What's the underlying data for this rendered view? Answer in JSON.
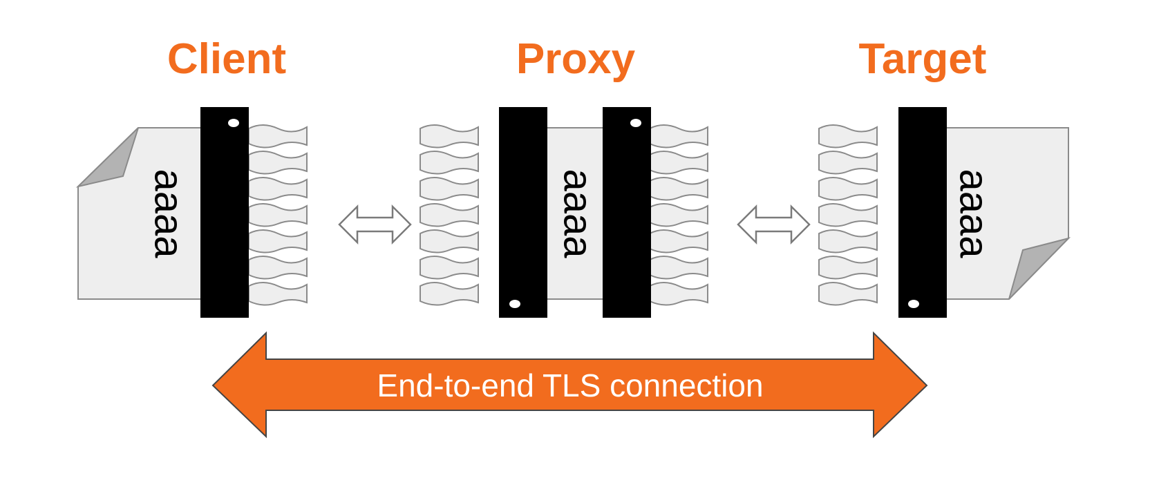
{
  "colors": {
    "accent": "#f26c1e",
    "page": "#eeeeee",
    "fold": "#b3b3b3",
    "bar": "#000000"
  },
  "columns": {
    "client": {
      "title": "Client",
      "document_text": "aaaa"
    },
    "proxy": {
      "title": "Proxy",
      "document_text": "aaaa"
    },
    "target": {
      "title": "Target",
      "document_text": "aaaa"
    }
  },
  "connection": {
    "label": "End-to-end TLS connection"
  },
  "icons": [
    "shredded-strips",
    "double-arrow",
    "folded-page"
  ]
}
